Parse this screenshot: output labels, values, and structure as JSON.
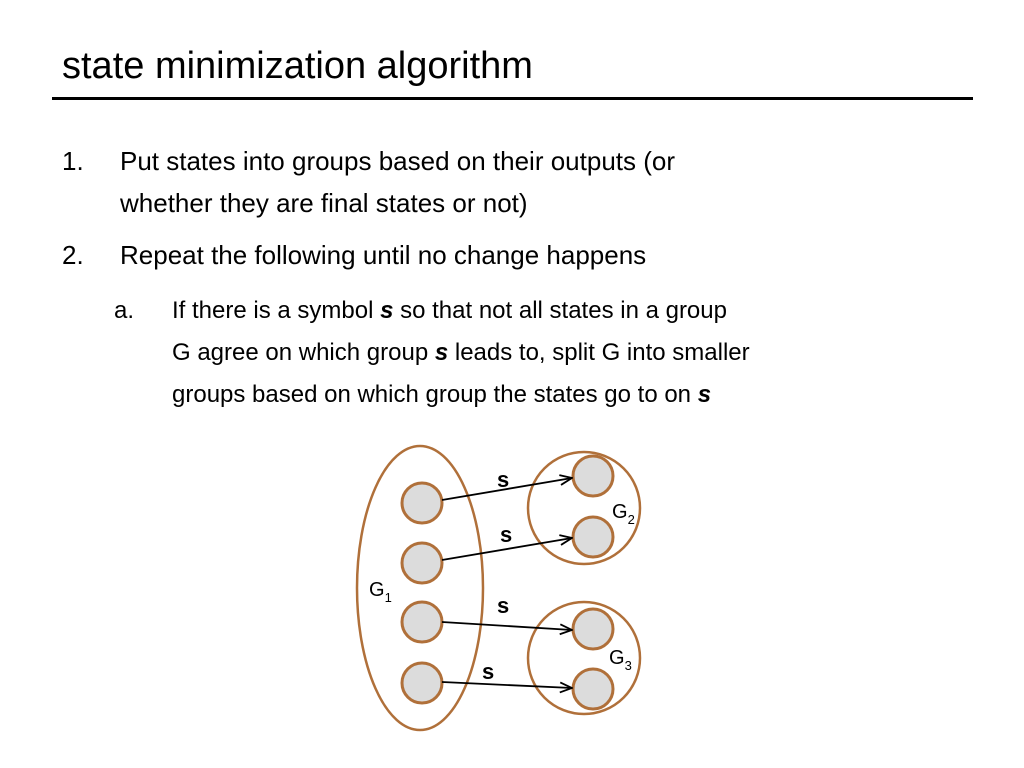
{
  "slide": {
    "title": "state minimization algorithm",
    "items": [
      {
        "num": "1.",
        "lines": [
          "Put states into groups based on their outputs (or",
          "whether they are final states or not)"
        ]
      },
      {
        "num": "2.",
        "lines": [
          "Repeat the following until no change happens"
        ]
      }
    ],
    "subitem": {
      "num": "a.",
      "line1_pre": "If there is a symbol ",
      "line1_sym": "s",
      "line1_post": " so that not all states in a group",
      "line2_pre": "G agree on which group ",
      "line2_sym": "s",
      "line2_post": " leads to, split G into smaller",
      "line3_pre": "groups based on which group the states go to on ",
      "line3_sym": "s"
    }
  },
  "diagram": {
    "colors": {
      "outline": "#b0703a",
      "state_fill": "#dcdcdc",
      "arrow": "#000000"
    },
    "groups": [
      {
        "id": "G1",
        "label": "G",
        "sub": "1"
      },
      {
        "id": "G2",
        "label": "G",
        "sub": "2"
      },
      {
        "id": "G3",
        "label": "G",
        "sub": "3"
      }
    ],
    "edges": [
      {
        "from": "G1-state-1",
        "to": "G2-state-1",
        "label": "s"
      },
      {
        "from": "G1-state-2",
        "to": "G2-state-2",
        "label": "s"
      },
      {
        "from": "G1-state-3",
        "to": "G3-state-1",
        "label": "s"
      },
      {
        "from": "G1-state-4",
        "to": "G3-state-2",
        "label": "s"
      }
    ]
  }
}
